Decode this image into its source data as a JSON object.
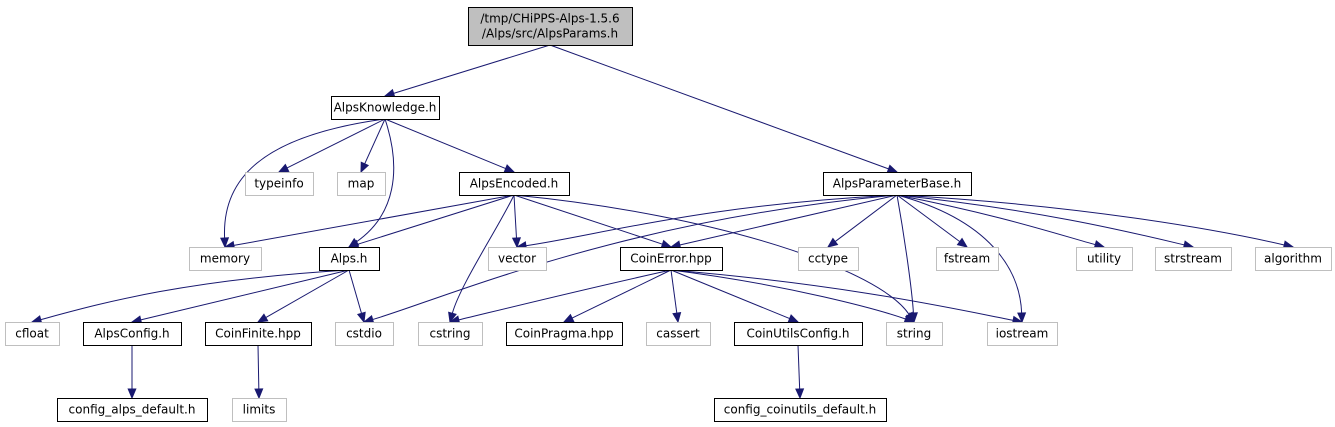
{
  "colors": {
    "edge": "#191970",
    "node_border": "#000000",
    "system_border": "#bfbfbf",
    "root_fill": "#bfbfbf",
    "node_fill": "#ffffff",
    "system_text": "#404040"
  },
  "nodes": [
    {
      "id": "root",
      "kind": "root",
      "lines": [
        "/tmp/CHiPPS-Alps-1.5.6",
        "/Alps/src/AlpsParams.h"
      ]
    },
    {
      "id": "alpsknowledge",
      "kind": "file",
      "lines": [
        "AlpsKnowledge.h"
      ]
    },
    {
      "id": "alpsparameterbase",
      "kind": "file",
      "lines": [
        "AlpsParameterBase.h"
      ]
    },
    {
      "id": "typeinfo",
      "kind": "system",
      "lines": [
        "typeinfo"
      ]
    },
    {
      "id": "map",
      "kind": "system",
      "lines": [
        "map"
      ]
    },
    {
      "id": "alpsencoded",
      "kind": "file",
      "lines": [
        "AlpsEncoded.h"
      ]
    },
    {
      "id": "memory",
      "kind": "system",
      "lines": [
        "memory"
      ]
    },
    {
      "id": "alps",
      "kind": "file",
      "lines": [
        "Alps.h"
      ]
    },
    {
      "id": "vector",
      "kind": "system",
      "lines": [
        "vector"
      ]
    },
    {
      "id": "coinerror",
      "kind": "file",
      "lines": [
        "CoinError.hpp"
      ]
    },
    {
      "id": "cctype",
      "kind": "system",
      "lines": [
        "cctype"
      ]
    },
    {
      "id": "fstream",
      "kind": "system",
      "lines": [
        "fstream"
      ]
    },
    {
      "id": "utility",
      "kind": "system",
      "lines": [
        "utility"
      ]
    },
    {
      "id": "strstream",
      "kind": "system",
      "lines": [
        "strstream"
      ]
    },
    {
      "id": "algorithm",
      "kind": "system",
      "lines": [
        "algorithm"
      ]
    },
    {
      "id": "cfloat",
      "kind": "system",
      "lines": [
        "cfloat"
      ]
    },
    {
      "id": "alpsconfig",
      "kind": "file",
      "lines": [
        "AlpsConfig.h"
      ]
    },
    {
      "id": "coinfinite",
      "kind": "file",
      "lines": [
        "CoinFinite.hpp"
      ]
    },
    {
      "id": "cstdio",
      "kind": "system",
      "lines": [
        "cstdio"
      ]
    },
    {
      "id": "cstring",
      "kind": "system",
      "lines": [
        "cstring"
      ]
    },
    {
      "id": "coinpragma",
      "kind": "file",
      "lines": [
        "CoinPragma.hpp"
      ]
    },
    {
      "id": "cassert",
      "kind": "system",
      "lines": [
        "cassert"
      ]
    },
    {
      "id": "coinutilsconfig",
      "kind": "file",
      "lines": [
        "CoinUtilsConfig.h"
      ]
    },
    {
      "id": "string",
      "kind": "system",
      "lines": [
        "string"
      ]
    },
    {
      "id": "iostream",
      "kind": "system",
      "lines": [
        "iostream"
      ]
    },
    {
      "id": "config_alps_default",
      "kind": "file",
      "lines": [
        "config_alps_default.h"
      ]
    },
    {
      "id": "limits",
      "kind": "system",
      "lines": [
        "limits"
      ]
    },
    {
      "id": "config_coinutils_default",
      "kind": "file",
      "lines": [
        "config_coinutils_default.h"
      ]
    }
  ],
  "edges": [
    [
      "root",
      "alpsknowledge"
    ],
    [
      "root",
      "alpsparameterbase"
    ],
    [
      "alpsknowledge",
      "typeinfo"
    ],
    [
      "alpsknowledge",
      "map"
    ],
    [
      "alpsknowledge",
      "alpsencoded"
    ],
    [
      "alpsknowledge",
      "memory"
    ],
    [
      "alpsknowledge",
      "alps"
    ],
    [
      "alpsencoded",
      "memory"
    ],
    [
      "alpsencoded",
      "alps"
    ],
    [
      "alpsencoded",
      "vector"
    ],
    [
      "alpsencoded",
      "coinerror"
    ],
    [
      "alpsencoded",
      "cstring"
    ],
    [
      "alpsencoded",
      "string"
    ],
    [
      "alps",
      "cfloat"
    ],
    [
      "alps",
      "alpsconfig"
    ],
    [
      "alps",
      "coinfinite"
    ],
    [
      "alps",
      "cstdio"
    ],
    [
      "alpsconfig",
      "config_alps_default"
    ],
    [
      "coinfinite",
      "limits"
    ],
    [
      "coinerror",
      "cstring"
    ],
    [
      "coinerror",
      "coinpragma"
    ],
    [
      "coinerror",
      "cassert"
    ],
    [
      "coinerror",
      "coinutilsconfig"
    ],
    [
      "coinerror",
      "string"
    ],
    [
      "coinerror",
      "iostream"
    ],
    [
      "coinutilsconfig",
      "config_coinutils_default"
    ],
    [
      "alpsparameterbase",
      "vector"
    ],
    [
      "alpsparameterbase",
      "cstdio"
    ],
    [
      "alpsparameterbase",
      "coinerror"
    ],
    [
      "alpsparameterbase",
      "cctype"
    ],
    [
      "alpsparameterbase",
      "string"
    ],
    [
      "alpsparameterbase",
      "fstream"
    ],
    [
      "alpsparameterbase",
      "iostream"
    ],
    [
      "alpsparameterbase",
      "utility"
    ],
    [
      "alpsparameterbase",
      "strstream"
    ],
    [
      "alpsparameterbase",
      "algorithm"
    ]
  ]
}
